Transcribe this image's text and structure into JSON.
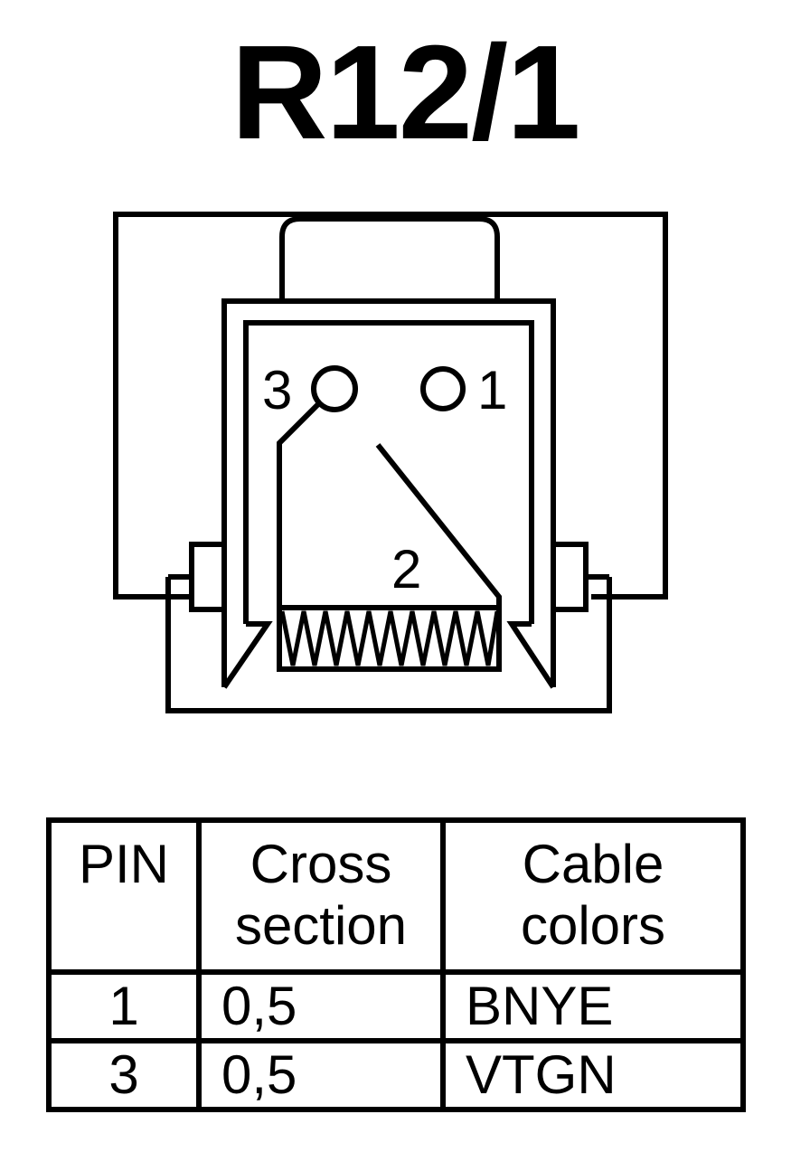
{
  "title": "R12/1",
  "diagram": {
    "pin_labels": [
      "3",
      "1",
      "2"
    ]
  },
  "table": {
    "headers": [
      [
        "PIN"
      ],
      [
        "Cross",
        "section"
      ],
      [
        "Cable",
        "colors"
      ]
    ],
    "rows": [
      {
        "pin": "1",
        "cross_section": "0,5",
        "color": "BNYE"
      },
      {
        "pin": "3",
        "cross_section": "0,5",
        "color": "VTGN"
      }
    ]
  },
  "colors": {
    "stroke": "#000000",
    "background": "#ffffff"
  }
}
